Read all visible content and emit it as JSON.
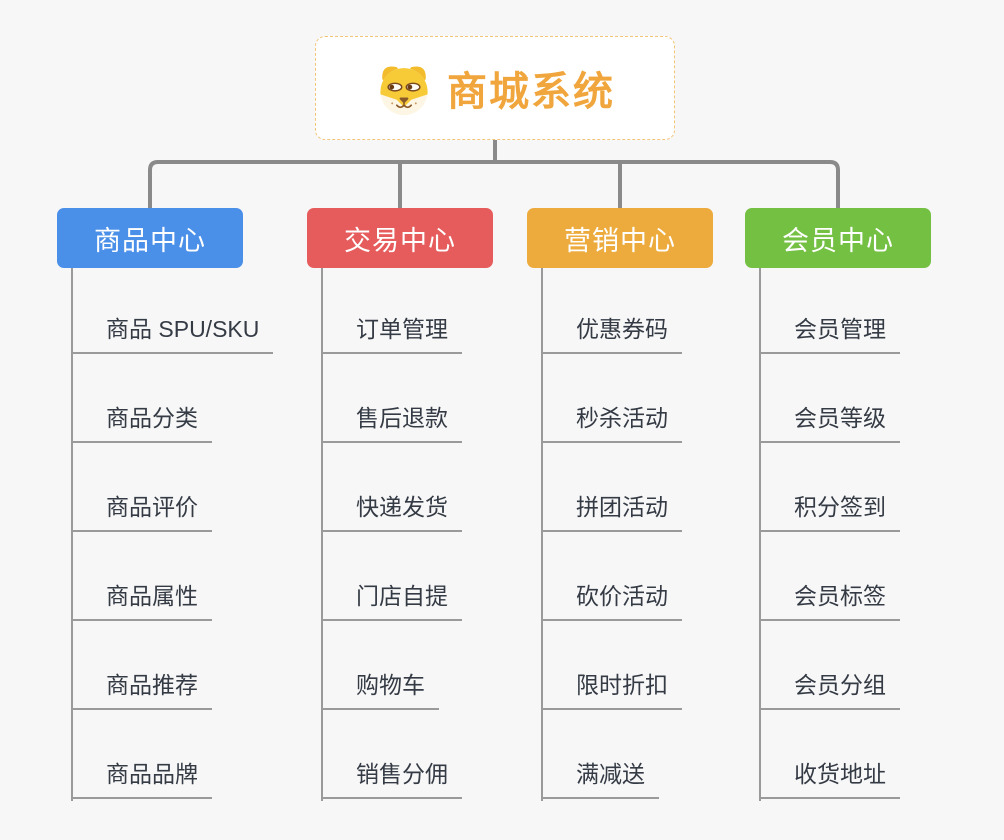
{
  "root": {
    "title": "商城系统",
    "icon": "dog-face-icon",
    "title_color": "#f0a63c",
    "border_color": "#f3c579"
  },
  "colors": {
    "background": "#f7f7f7",
    "top_connector": "#8a8a8a",
    "leaf_line": "#9a9a9a",
    "leaf_text": "#353b45"
  },
  "branches": [
    {
      "label": "商品中心",
      "color": "#4a8fe8",
      "children": [
        "商品 SPU/SKU",
        "商品分类",
        "商品评价",
        "商品属性",
        "商品推荐",
        "商品品牌"
      ]
    },
    {
      "label": "交易中心",
      "color": "#e65c5c",
      "children": [
        "订单管理",
        "售后退款",
        "快递发货",
        "门店自提",
        "购物车",
        "销售分佣"
      ]
    },
    {
      "label": "营销中心",
      "color": "#ecab3c",
      "children": [
        "优惠券码",
        "秒杀活动",
        "拼团活动",
        "砍价活动",
        "限时折扣",
        "满减送"
      ]
    },
    {
      "label": "会员中心",
      "color": "#74c043",
      "children": [
        "会员管理",
        "会员等级",
        "积分签到",
        "会员标签",
        "会员分组",
        "收货地址"
      ]
    }
  ]
}
